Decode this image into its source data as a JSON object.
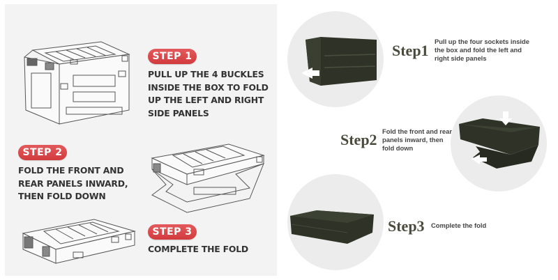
{
  "colors": {
    "panel_bg": "#f3f3f3",
    "badge_red": "#d9474a",
    "text_dark": "#333333",
    "box_olive": "#2f3327",
    "circle_bg": "#ececec",
    "serif_label": "#4a4a3c"
  },
  "left_guide": {
    "steps": [
      {
        "badge": "STEP 1",
        "text": "PULL UP THE 4 BUCKLES INSIDE THE BOX TO FOLD UP THE LEFT AND RIGHT SIDE PANELS",
        "illustration": "open-box-line-drawing"
      },
      {
        "badge": "STEP 2",
        "text": "FOLD THE FRONT AND REAR PANELS INWARD, THEN FOLD DOWN",
        "illustration": "half-folded-box-line-drawing"
      },
      {
        "badge": "STEP 3",
        "text": "COMPLETE THE FOLD",
        "illustration": "flat-folded-box-line-drawing"
      }
    ]
  },
  "right_guide": {
    "steps": [
      {
        "label": "Step1",
        "text": "Pull up the four sockets inside the box and fold the left and right side panels",
        "photo": "olive-box-side-panel-folding"
      },
      {
        "label": "Step2",
        "text": "Fold the front and rear panels inward, then fold down",
        "photo": "olive-box-front-rear-folding"
      },
      {
        "label": "Step3",
        "text": "Complete the fold",
        "photo": "olive-box-fully-folded"
      }
    ]
  }
}
